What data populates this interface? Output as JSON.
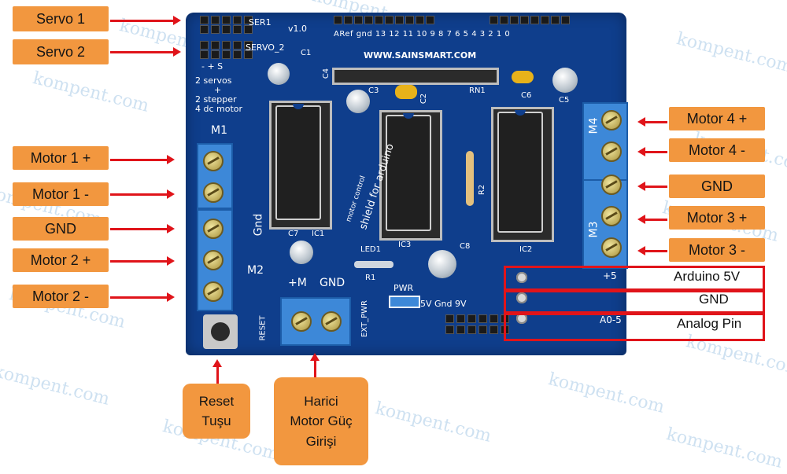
{
  "labels": {
    "servo1": "Servo 1",
    "servo2": "Servo 2",
    "motor1_plus": "Motor 1 +",
    "motor1_minus": "Motor 1 -",
    "gnd_left": "GND",
    "motor2_plus": "Motor 2 +",
    "motor2_minus": "Motor 2 -",
    "reset_line1": "Reset",
    "reset_line2": "Tuşu",
    "ext_line1": "Harici",
    "ext_line2": "Motor Güç",
    "ext_line3": "Girişi",
    "motor4_plus": "Motor 4 +",
    "motor4_minus": "Motor 4 -",
    "gnd_right": "GND",
    "motor3_plus": "Motor 3 +",
    "motor3_minus": "Motor 3 -",
    "arduino5v": "Arduino 5V",
    "gnd_pins": "GND",
    "analog_pin": "Analog Pin"
  },
  "watermark": "kompent.com",
  "board": {
    "ser1": "SER1",
    "servo_2": "SERVO_2",
    "version": "v1.0",
    "pin_header": "ARef gnd 13 12 11 10 9 8   7 6 5 4 3 2 1 0",
    "site": "WWW.SAINSMART.COM",
    "features_1": "2  servos",
    "features_2": "+",
    "features_3": "2  stepper",
    "features_4": "4  dc motor",
    "minus_plus_s": "-  +  S",
    "m1": "M1",
    "m2": "M2",
    "m3": "M3",
    "m4": "M4",
    "gnd_vert": "Gnd",
    "plus_m": "+M",
    "gnd": "GND",
    "reset": "RESET",
    "ext_pwr": "EXT_PWR",
    "pwr": "PWR",
    "v5_gnd_9v": "5V  Gnd  9V",
    "plus5": "+5",
    "a0_5": "A0-5",
    "shield": "shield for arduino",
    "motor_control": "motor  control",
    "c1": "C1",
    "c2": "C2",
    "c3": "C3",
    "c4": "C4",
    "c5": "C5",
    "c6": "C6",
    "c7": "C7",
    "c8": "C8",
    "ic1": "IC1",
    "ic2": "IC2",
    "ic3": "IC3",
    "rn1": "RN1",
    "r1": "R1",
    "r2": "R2",
    "led1": "LED1"
  },
  "colors": {
    "label_bg": "#f2973f",
    "arrow": "#e0141a",
    "pcb": "#0f3e8c",
    "terminal": "#3d88d8"
  }
}
